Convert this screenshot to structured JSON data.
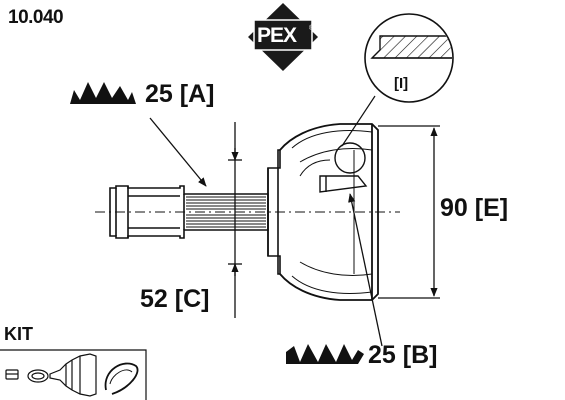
{
  "part_number": "10.040",
  "brand": {
    "logo_text": "PEX",
    "registered_mark": "®"
  },
  "kit_label": "KIT",
  "detail_marker": "[I]",
  "dimensions": {
    "a": "25 [A]",
    "b": "25 [B]",
    "c": "52 [C]",
    "e": "90 [E]"
  },
  "colors": {
    "ink": "#111111",
    "paper": "#ffffff"
  }
}
